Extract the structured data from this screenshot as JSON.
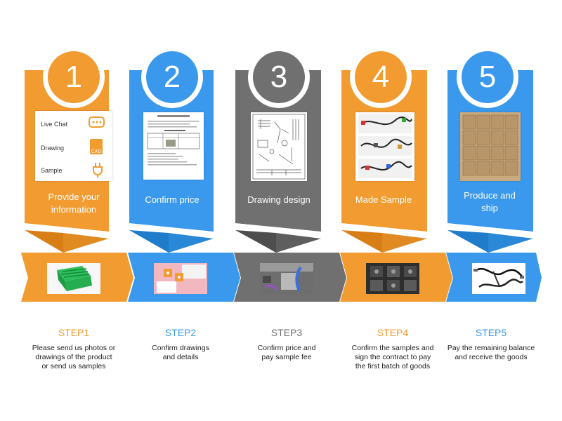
{
  "colors": {
    "orange": "#F29B30",
    "blue": "#3A99EC",
    "gray": "#707070"
  },
  "card1": {
    "live_chat": "Live Chat",
    "drawing": "Drawing",
    "sample": "Sample",
    "cad": "CAD"
  },
  "steps": [
    {
      "number": "1",
      "label_lines": [
        "Provide your",
        "information"
      ],
      "step": "STEP1",
      "desc_lines": [
        "Please send us photos or",
        "drawings of the product",
        "or send us samples"
      ]
    },
    {
      "number": "2",
      "label_lines": [
        "Confirm price"
      ],
      "step": "STEP2",
      "desc_lines": [
        "Confirm drawings",
        "and details"
      ]
    },
    {
      "number": "3",
      "label_lines": [
        "Drawing design"
      ],
      "step": "STEP3",
      "desc_lines": [
        "Confirm price and",
        "pay sample fee"
      ]
    },
    {
      "number": "4",
      "label_lines": [
        "Made Sample"
      ],
      "step": "STEP4",
      "desc_lines": [
        "Confirm the samples and",
        "sign the contract to pay",
        "the first batch of goods"
      ]
    },
    {
      "number": "5",
      "label_lines": [
        "Produce and",
        "ship"
      ],
      "step": "STEP5",
      "desc_lines": [
        "Pay the remaining balance",
        "and receive the goods"
      ]
    }
  ]
}
